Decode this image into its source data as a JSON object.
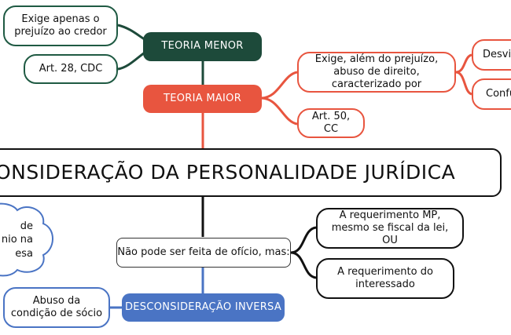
{
  "central": {
    "label": "DESCONSIDERAÇÃO DA PERSONALIDADE JURÍDICA",
    "visible_label": "ONSIDERAÇÃO DA PERSONALIDADE JURÍDICA"
  },
  "teoria_menor": {
    "label": "TEORIA MENOR",
    "color": "#1d4a3a",
    "details": [
      "Exige apenas o prejuízo ao credor",
      "Art. 28, CDC"
    ]
  },
  "teoria_maior": {
    "label": "TEORIA MAIOR",
    "color": "#e8553f",
    "detail": "Exige, além do prejuízo, abuso de direito, caracterizado por",
    "abuse_types": [
      "Desvio",
      "Confu"
    ],
    "article": "Art. 50, CC"
  },
  "oficio": {
    "label": "Não pode ser feita de ofício, mas:",
    "options": [
      "A requerimento MP, mesmo se fiscal da lei, OU",
      "A requerimento do interessado"
    ]
  },
  "inversa": {
    "label": "DESCONSIDERAÇÃO INVERSA",
    "color": "#4a74c4",
    "detail": "Abuso da condição de sócio",
    "cloud_lines": [
      "de",
      "nio na",
      "esa"
    ]
  }
}
